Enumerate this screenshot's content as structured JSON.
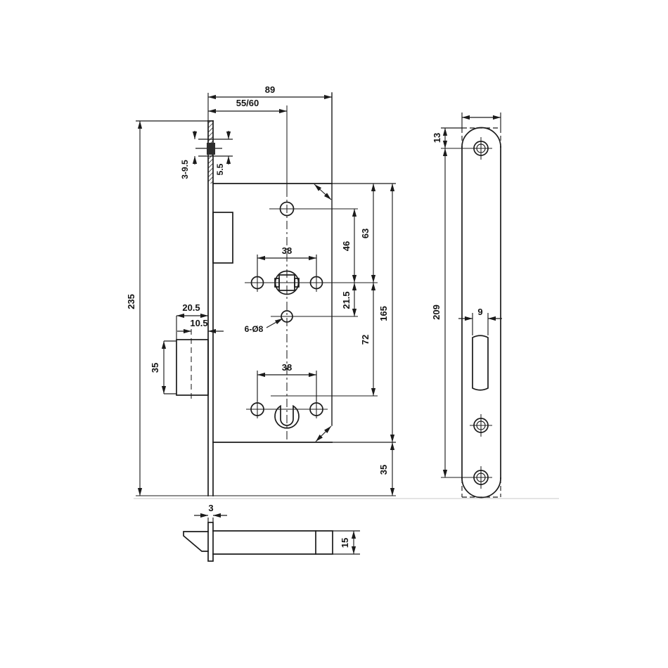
{
  "drawing": {
    "kind": "mortise-lock technical drawing",
    "units": "mm",
    "colors": {
      "line": "#1b1b1b",
      "background": "#ffffff",
      "section_fill": "#2e2e2e"
    },
    "front": {
      "overall_depth": "89",
      "backset": "55/60",
      "height": "235",
      "latch_range": "3-9.5",
      "latch_offset": "5.5",
      "hub_to_top_hole": "46",
      "top_to_hub": "63",
      "hub_hole_spacing": "38",
      "hub_to_mid_hole": "21.5",
      "case_span": "165",
      "hub_to_cylinder": "72",
      "fixing_holes": "6-Ø8",
      "cylinder_hole_spacing": "38",
      "bolt_depth": "20.5",
      "bolt_center": "10.5",
      "bolt_height": "35",
      "plate_overhang": "35"
    },
    "plate": {
      "hole_top_offset": "13",
      "hole_spacing": "209",
      "slot_width": "9"
    },
    "bottom": {
      "plate_thickness": "3",
      "case_width": "15"
    }
  }
}
